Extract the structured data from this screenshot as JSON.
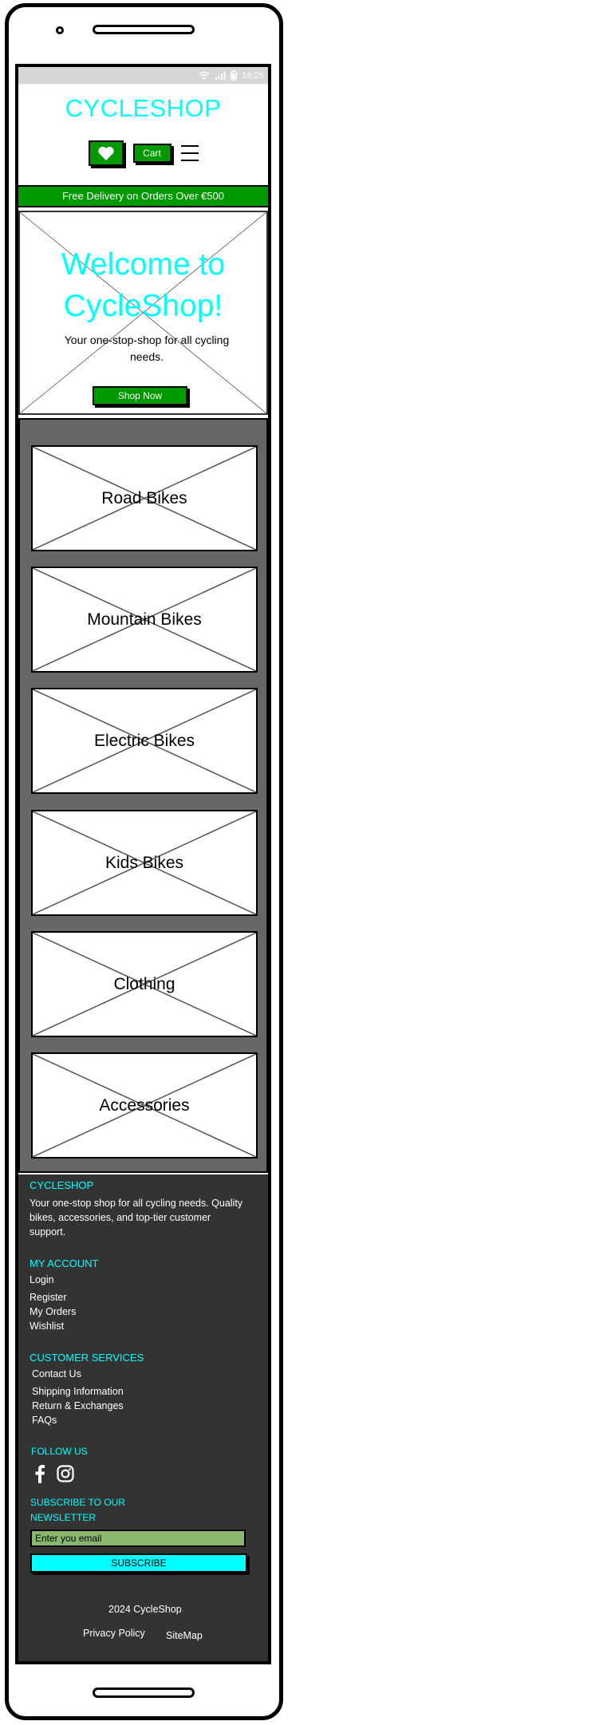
{
  "status_bar": {
    "time": "16:25"
  },
  "header": {
    "brand": "CYCLESHOP",
    "cart_label": "Cart"
  },
  "promo": {
    "text": "Free Delivery on Orders Over €500"
  },
  "hero": {
    "title_line1": "Welcome to",
    "title_line2": "CycleShop!",
    "subtitle": "Your one-stop-shop for all cycling needs.",
    "cta": "Shop Now"
  },
  "categories": [
    {
      "label": "Road Bikes"
    },
    {
      "label": "Mountain Bikes"
    },
    {
      "label": "Electric Bikes"
    },
    {
      "label": "Kids Bikes"
    },
    {
      "label": "Clothing"
    },
    {
      "label": "Accessories"
    }
  ],
  "footer": {
    "brand": "CYCLESHOP",
    "about": "Your one-stop shop for all cycling needs. Quality bikes, accessories, and top-tier customer support.",
    "account_heading": "MY ACCOUNT",
    "account_links": [
      "Login",
      "Register",
      "My Orders",
      "Wishlist"
    ],
    "services_heading": "CUSTOMER SERVICES",
    "services_links": [
      "Contact Us",
      "Shipping Information",
      "Return & Exchanges",
      "FAQs"
    ],
    "follow_heading": "FOLLOW US",
    "newsletter_heading_line1": "SUBSCRIBE TO OUR",
    "newsletter_heading_line2": "NEWSLETTER",
    "email_placeholder": "Enter you email",
    "subscribe_label": "SUBSCRIBE",
    "copyright": "2024 CycleShop",
    "privacy": "Privacy Policy",
    "sitemap": "SiteMap"
  },
  "colors": {
    "accent": "#00ffff",
    "brand_green": "#009900",
    "footer_bg": "#333333",
    "category_bg": "#666666"
  },
  "icons": [
    "wifi-icon",
    "signal-icon",
    "battery-icon",
    "heart-icon",
    "hamburger-menu-icon",
    "facebook-icon",
    "instagram-icon"
  ]
}
